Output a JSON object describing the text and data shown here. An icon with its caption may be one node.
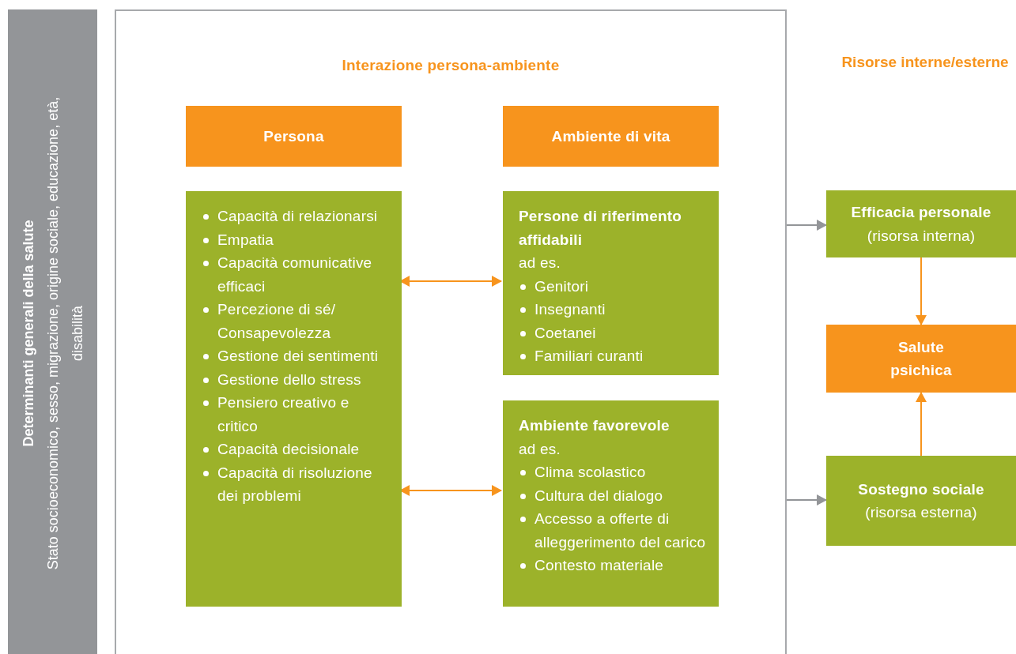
{
  "diagram": {
    "nodes": [
      {
        "text": [
          "Determinanti generali della salute",
          "Stato socioeconomico, sesso, migrazione, origine sociale, educazione, età, disabilità"
        ]
      },
      {
        "text": [
          "Interazione persona-ambiente"
        ]
      },
      {
        "text": [
          "Persona"
        ],
        "in": 1
      },
      {
        "text": [
          "Ambiente di vita"
        ],
        "in": 1
      },
      {
        "text": [
          "Capacità di relazionarsi",
          "Empatia",
          "Capacità comunicative efficaci",
          "Percezione di sé/ Consapevolezza",
          "Gestione dei sentimenti",
          "Gestione dello stress",
          "Pensiero creativo e critico",
          "Capacità decisionale",
          "Capacità di risoluzione dei problemi"
        ],
        "in": 1
      },
      {
        "text": [
          "Persone di riferimento affidabili",
          "ad es.",
          "Genitori",
          "Insegnanti",
          "Coetanei",
          "Familiari curanti"
        ],
        "in": 1
      },
      {
        "text": [
          "Ambiente favorevole",
          "ad es.",
          "Clima scolastico",
          "Cultura del dialogo",
          "Accesso a offerte di alleggerimento del carico",
          "Contesto materiale"
        ],
        "in": 1
      },
      {
        "text": [
          "Efficacia personale",
          "(risorsa interna)"
        ]
      },
      {
        "text": [
          "Salute psichica"
        ]
      },
      {
        "text": [
          "Sostegno sociale",
          "(risorsa esterna)"
        ]
      }
    ],
    "edges": [
      {
        "from": 4,
        "to": 5,
        "arrow": "both"
      },
      {
        "from": 4,
        "to": 6,
        "arrow": "both"
      },
      {
        "from": 1,
        "to": 7,
        "arrow": "to",
        "color": "#939598"
      },
      {
        "from": 1,
        "to": 9,
        "arrow": "to",
        "color": "#939598"
      },
      {
        "from": 7,
        "to": 8,
        "arrow": "to"
      },
      {
        "from": 9,
        "to": 8,
        "arrow": "to"
      }
    ],
    "labels": [
      "Risorse interne/esterne"
    ]
  }
}
